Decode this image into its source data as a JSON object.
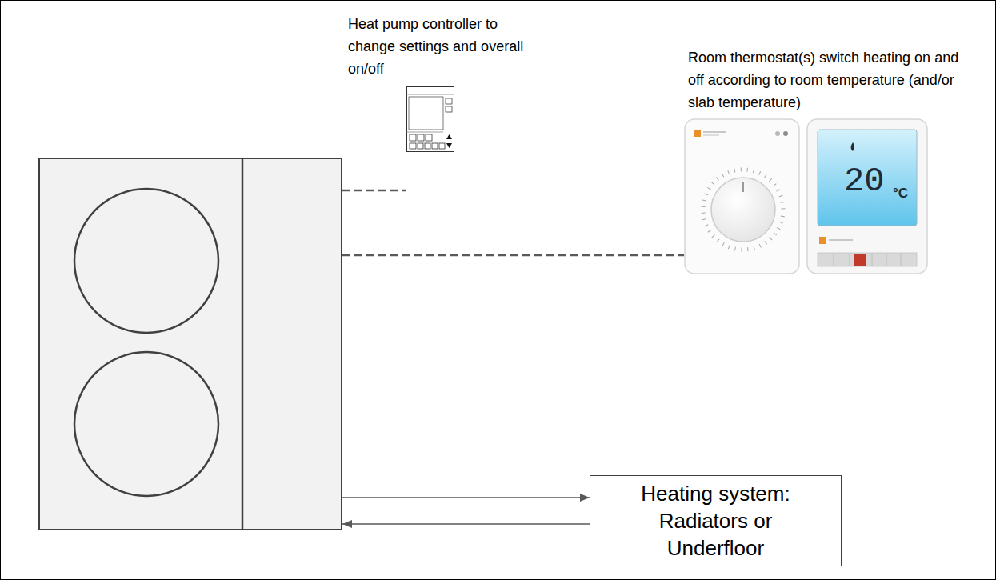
{
  "diagram": {
    "nodes": [
      {
        "text": [
          "Heat pump controller to change settings and overall on/off"
        ]
      },
      {
        "text": [
          "Room thermostat(s) switch heating on and off according to room temperature (and/or slab temperature)"
        ]
      },
      {
        "text": []
      },
      {
        "text": [
          "Heating system: Radiators or Underfloor"
        ]
      }
    ],
    "edges": [
      {
        "from": 2,
        "to": 0,
        "arrow": "none"
      },
      {
        "from": 2,
        "to": 1,
        "arrow": "none"
      },
      {
        "from": 2,
        "to": 3,
        "arrow": "to"
      },
      {
        "from": 3,
        "to": 2,
        "arrow": "to"
      }
    ],
    "labels": [
      "20",
      "°C"
    ]
  }
}
